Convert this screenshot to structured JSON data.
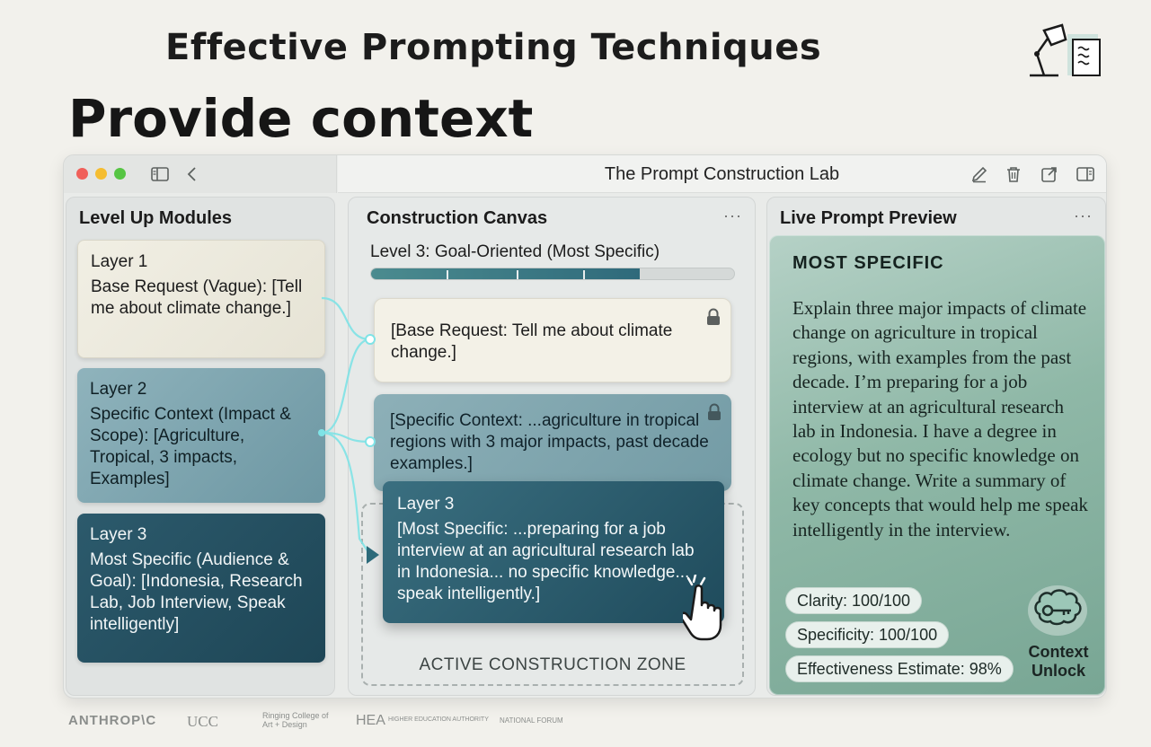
{
  "page": {
    "supertitle": "Effective Prompting Techniques",
    "title": "Provide context"
  },
  "window": {
    "title": "The Prompt Construction Lab",
    "toolbar_icons": [
      "sidebar-icon",
      "back-chevron-icon",
      "edit-icon",
      "trash-icon",
      "external-link-icon",
      "split-view-icon"
    ]
  },
  "left_panel": {
    "header": "Level Up Modules",
    "modules": [
      {
        "title": "Layer 1",
        "body": "Base Request (Vague): [Tell me about climate change.]"
      },
      {
        "title": "Layer 2",
        "body": "Specific Context (Impact & Scope): [Agriculture, Tropical, 3 impacts, Examples]"
      },
      {
        "title": "Layer 3",
        "body": "Most Specific (Audience & Goal): [Indonesia, Research Lab, Job Interview, Speak intelligently]"
      }
    ]
  },
  "mid_panel": {
    "header": "Construction Canvas",
    "menu": "···",
    "level_label": "Level 3: Goal-Oriented (Most Specific)",
    "progress": 0.74,
    "slots": [
      {
        "text": "[Base Request: Tell me about climate change.]"
      },
      {
        "text": "[Specific Context: ...agriculture in tropical regions with 3 major impacts, past decade examples.]"
      }
    ],
    "active_card": {
      "title": "Layer 3",
      "text": "[Most Specific: ...preparing for a job interview at an agricultural research lab in Indonesia... no specific knowledge... speak intelligently.]"
    },
    "zone_label": "ACTIVE CONSTRUCTION ZONE"
  },
  "right_panel": {
    "header": "Live Prompt Preview",
    "menu": "···",
    "heading": "MOST SPECIFIC",
    "body": "Explain three major impacts of climate change on agriculture in tropical regions, with examples from the past decade. I’m preparing for a job interview at an agricultural research lab in Indonesia. I have a degree in ecology but no specific knowledge on climate change. Write a summary of key concepts that would help me speak intelligently in the interview.",
    "metrics": [
      {
        "label": "Clarity: 100/100"
      },
      {
        "label": "Specificity: 100/100"
      },
      {
        "label": "Effectiveness Estimate: 98%"
      }
    ],
    "badge_label": "Context Unlock"
  },
  "footer": {
    "logos": [
      "ANTHROP\\C",
      "UCC",
      "Ringing College of Art + Design",
      "HEA",
      "HIGHER EDUCATION AUTHORITY",
      "NATIONAL FORUM"
    ]
  },
  "colors": {
    "accent_teal": "#2f6a7b",
    "connector": "#7fe3e6",
    "background": "#f2f1ec"
  }
}
